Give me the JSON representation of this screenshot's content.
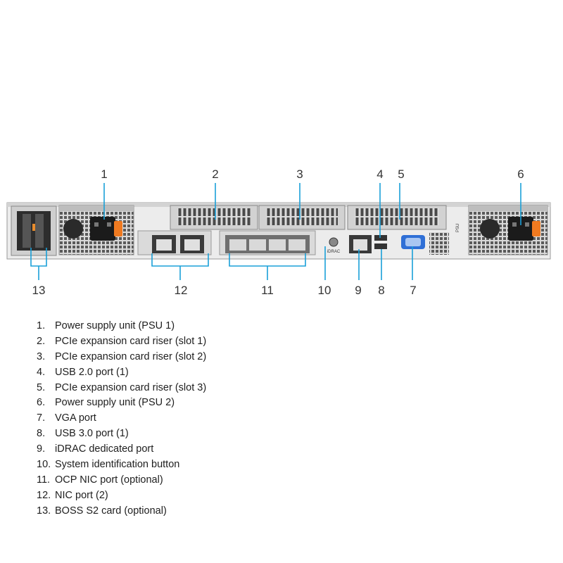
{
  "callouts": [
    {
      "id": 1,
      "label": "1"
    },
    {
      "id": 2,
      "label": "2"
    },
    {
      "id": 3,
      "label": "3"
    },
    {
      "id": 4,
      "label": "4"
    },
    {
      "id": 5,
      "label": "5"
    },
    {
      "id": 6,
      "label": "6"
    },
    {
      "id": 7,
      "label": "7"
    },
    {
      "id": 8,
      "label": "8"
    },
    {
      "id": 9,
      "label": "9"
    },
    {
      "id": 10,
      "label": "10"
    },
    {
      "id": 11,
      "label": "11"
    },
    {
      "id": 12,
      "label": "12"
    },
    {
      "id": 13,
      "label": "13"
    }
  ],
  "chassis_labels": {
    "idrac": "iDRAC",
    "psu_side": "PSU"
  },
  "legend": [
    {
      "num": "1.",
      "text": "Power supply unit (PSU 1)"
    },
    {
      "num": "2.",
      "text": "PCIe expansion card riser (slot 1)"
    },
    {
      "num": "3.",
      "text": "PCIe expansion card riser (slot 2)"
    },
    {
      "num": "4.",
      "text": "USB 2.0 port (1)"
    },
    {
      "num": "5.",
      "text": "PCIe expansion card riser (slot 3)"
    },
    {
      "num": "6.",
      "text": "Power supply unit (PSU 2)"
    },
    {
      "num": "7.",
      "text": "VGA port"
    },
    {
      "num": "8.",
      "text": "USB 3.0 port (1)"
    },
    {
      "num": "9.",
      "text": "iDRAC dedicated port"
    },
    {
      "num": "10.",
      "text": "System identification button"
    },
    {
      "num": "11.",
      "text": "OCP NIC port (optional)"
    },
    {
      "num": "12.",
      "text": "NIC port (2)"
    },
    {
      "num": "13.",
      "text": "BOSS S2 card (optional)"
    }
  ],
  "colors": {
    "callout_line": "#1aa0d8",
    "chassis_face": "#e6e6e6",
    "chassis_dark": "#2b2b2b",
    "psu_handle": "#f07a20",
    "vga_blue": "#2f6fd6"
  }
}
